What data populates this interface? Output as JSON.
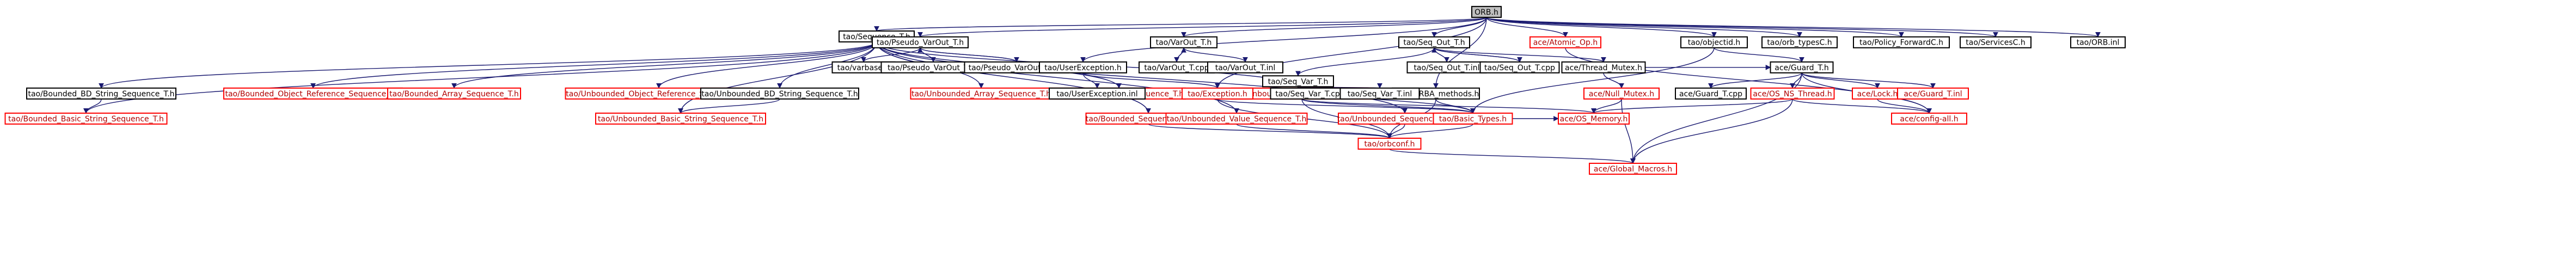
{
  "root": "ORB.h",
  "nodes": [
    {
      "id": "orb",
      "label": "ORB.h",
      "color": "root"
    },
    {
      "id": "seq",
      "label": "tao/Sequence_T.h",
      "color": "black"
    },
    {
      "id": "pvo",
      "label": "tao/Pseudo_VarOut_T.h",
      "color": "black"
    },
    {
      "id": "vo",
      "label": "tao/VarOut_T.h",
      "color": "black"
    },
    {
      "id": "so",
      "label": "tao/Seq_Out_T.h",
      "color": "black"
    },
    {
      "id": "atomic",
      "label": "ace/Atomic_Op.h",
      "color": "red"
    },
    {
      "id": "objectid",
      "label": "tao/objectid.h",
      "color": "black"
    },
    {
      "id": "orbtypes",
      "label": "tao/orb_typesC.h",
      "color": "black"
    },
    {
      "id": "policyfwd",
      "label": "tao/Policy_ForwardC.h",
      "color": "black"
    },
    {
      "id": "servicesc",
      "label": "tao/ServicesC.h",
      "color": "black"
    },
    {
      "id": "orbinl",
      "label": "tao/ORB.inl",
      "color": "black"
    },
    {
      "id": "varbase",
      "label": "tao/varbase.h",
      "color": "black"
    },
    {
      "id": "pvoinl",
      "label": "tao/Pseudo_VarOut_T.inl",
      "color": "black"
    },
    {
      "id": "pvocpp",
      "label": "tao/Pseudo_VarOut_T.cpp",
      "color": "black"
    },
    {
      "id": "userexc",
      "label": "tao/UserException.h",
      "color": "black"
    },
    {
      "id": "vocpp",
      "label": "tao/VarOut_T.cpp",
      "color": "black"
    },
    {
      "id": "voinl",
      "label": "tao/VarOut_T.inl",
      "color": "black"
    },
    {
      "id": "soinl",
      "label": "tao/Seq_Out_T.inl",
      "color": "black"
    },
    {
      "id": "socpp",
      "label": "tao/Seq_Out_T.cpp",
      "color": "black"
    },
    {
      "id": "threadmutex",
      "label": "ace/Thread_Mutex.h",
      "color": "black"
    },
    {
      "id": "guard",
      "label": "ace/Guard_T.h",
      "color": "black"
    },
    {
      "id": "sv",
      "label": "tao/Seq_Var_T.h",
      "color": "black"
    },
    {
      "id": "bbs",
      "label": "tao/Bounded_BD_String_Sequence_T.h",
      "color": "black"
    },
    {
      "id": "bor",
      "label": "tao/Bounded_Object_Reference_Sequence_T.h",
      "color": "red"
    },
    {
      "id": "ba",
      "label": "tao/Bounded_Array_Sequence_T.h",
      "color": "red"
    },
    {
      "id": "uor",
      "label": "tao/Unbounded_Object_Reference_Sequence_T.h",
      "color": "red"
    },
    {
      "id": "ubd",
      "label": "tao/Unbounded_BD_String_Sequence_T.h",
      "color": "black"
    },
    {
      "id": "ua",
      "label": "tao/Unbounded_Array_Sequence_T.h",
      "color": "red"
    },
    {
      "id": "bv",
      "label": "tao/Bounded_Value_Sequence_T.h",
      "color": "red"
    },
    {
      "id": "uo",
      "label": "tao/Unbounded_Octet_Sequence_T.h",
      "color": "red"
    },
    {
      "id": "corba",
      "label": "tao/CORBA_methods.h",
      "color": "black"
    },
    {
      "id": "userexcinl",
      "label": "tao/UserException.inl",
      "color": "black"
    },
    {
      "id": "exception",
      "label": "tao/Exception.h",
      "color": "red"
    },
    {
      "id": "svcpp",
      "label": "tao/Seq_Var_T.cpp",
      "color": "black"
    },
    {
      "id": "svinl",
      "label": "tao/Seq_Var_T.inl",
      "color": "black"
    },
    {
      "id": "nullmutex",
      "label": "ace/Null_Mutex.h",
      "color": "red"
    },
    {
      "id": "guardcpp",
      "label": "ace/Guard_T.cpp",
      "color": "black"
    },
    {
      "id": "osns",
      "label": "ace/OS_NS_Thread.h",
      "color": "red"
    },
    {
      "id": "lock",
      "label": "ace/Lock.h",
      "color": "red"
    },
    {
      "id": "guardinl",
      "label": "ace/Guard_T.inl",
      "color": "red"
    },
    {
      "id": "bbasic",
      "label": "tao/Bounded_Basic_String_Sequence_T.h",
      "color": "red"
    },
    {
      "id": "ubasic",
      "label": "tao/Unbounded_Basic_String_Sequence_T.h",
      "color": "red"
    },
    {
      "id": "bscdr",
      "label": "tao/Bounded_Sequence_CDR_T.h",
      "color": "red"
    },
    {
      "id": "uv",
      "label": "tao/Unbounded_Value_Sequence_T.h",
      "color": "red"
    },
    {
      "id": "uscdr",
      "label": "tao/Unbounded_Sequence_CDR_T.h",
      "color": "red"
    },
    {
      "id": "basic",
      "label": "tao/Basic_Types.h",
      "color": "red"
    },
    {
      "id": "osmem",
      "label": "ace/OS_Memory.h",
      "color": "red"
    },
    {
      "id": "config",
      "label": "ace/config-all.h",
      "color": "red"
    },
    {
      "id": "orbconf",
      "label": "tao/orbconf.h",
      "color": "red"
    },
    {
      "id": "globalmacros",
      "label": "ace/Global_Macros.h",
      "color": "red"
    }
  ],
  "edges": [
    [
      "orb",
      "seq"
    ],
    [
      "orb",
      "pvo"
    ],
    [
      "orb",
      "vo"
    ],
    [
      "orb",
      "so"
    ],
    [
      "orb",
      "atomic"
    ],
    [
      "orb",
      "objectid"
    ],
    [
      "orb",
      "orbtypes"
    ],
    [
      "orb",
      "policyfwd"
    ],
    [
      "orb",
      "servicesc"
    ],
    [
      "orb",
      "orbinl"
    ],
    [
      "orb",
      "userexc"
    ],
    [
      "orb",
      "corba"
    ],
    [
      "orb",
      "exception"
    ],
    [
      "seq",
      "bbs"
    ],
    [
      "seq",
      "bor"
    ],
    [
      "seq",
      "ba"
    ],
    [
      "seq",
      "uor"
    ],
    [
      "seq",
      "ubd"
    ],
    [
      "seq",
      "ua"
    ],
    [
      "seq",
      "bv"
    ],
    [
      "seq",
      "uo"
    ],
    [
      "seq",
      "bbasic"
    ],
    [
      "seq",
      "ubasic"
    ],
    [
      "seq",
      "bscdr"
    ],
    [
      "seq",
      "uv"
    ],
    [
      "seq",
      "uscdr"
    ],
    [
      "bbs",
      "bbasic"
    ],
    [
      "ubd",
      "ubasic"
    ],
    [
      "uo",
      "basic"
    ],
    [
      "uo",
      "osmem"
    ],
    [
      "uo",
      "orbconf"
    ],
    [
      "pvo",
      "varbase"
    ],
    [
      "pvo",
      "pvoinl"
    ],
    [
      "pvo",
      "pvocpp"
    ],
    [
      "pvocpp",
      "pvo"
    ],
    [
      "vo",
      "vocpp"
    ],
    [
      "vo",
      "voinl"
    ],
    [
      "vocpp",
      "vo"
    ],
    [
      "so",
      "soinl"
    ],
    [
      "so",
      "socpp"
    ],
    [
      "socpp",
      "so"
    ],
    [
      "so",
      "sv"
    ],
    [
      "so",
      "threadmutex"
    ],
    [
      "sv",
      "svcpp"
    ],
    [
      "sv",
      "svinl"
    ],
    [
      "svcpp",
      "sv"
    ],
    [
      "sv",
      "basic"
    ],
    [
      "userexc",
      "userexcinl"
    ],
    [
      "userexc",
      "exception"
    ],
    [
      "corba",
      "basic"
    ],
    [
      "corba",
      "orbconf"
    ],
    [
      "exception",
      "basic"
    ],
    [
      "exception",
      "orbconf"
    ],
    [
      "basic",
      "orbconf"
    ],
    [
      "basic",
      "osmem"
    ],
    [
      "orbconf",
      "globalmacros"
    ],
    [
      "bscdr",
      "orbconf"
    ],
    [
      "uscdr",
      "orbconf"
    ],
    [
      "uv",
      "orbconf"
    ],
    [
      "objectid",
      "basic"
    ],
    [
      "objectid",
      "guard"
    ],
    [
      "threadmutex",
      "nullmutex"
    ],
    [
      "threadmutex",
      "guard"
    ],
    [
      "guard",
      "guardcpp"
    ],
    [
      "guard",
      "osns"
    ],
    [
      "guard",
      "lock"
    ],
    [
      "guard",
      "guardinl"
    ],
    [
      "guard",
      "globalmacros"
    ],
    [
      "guard",
      "config"
    ],
    [
      "nullmutex",
      "osmem"
    ],
    [
      "nullmutex",
      "globalmacros"
    ],
    [
      "osns",
      "osmem"
    ],
    [
      "osns",
      "config"
    ],
    [
      "osns",
      "globalmacros"
    ],
    [
      "lock",
      "config"
    ],
    [
      "atomic",
      "config"
    ]
  ]
}
